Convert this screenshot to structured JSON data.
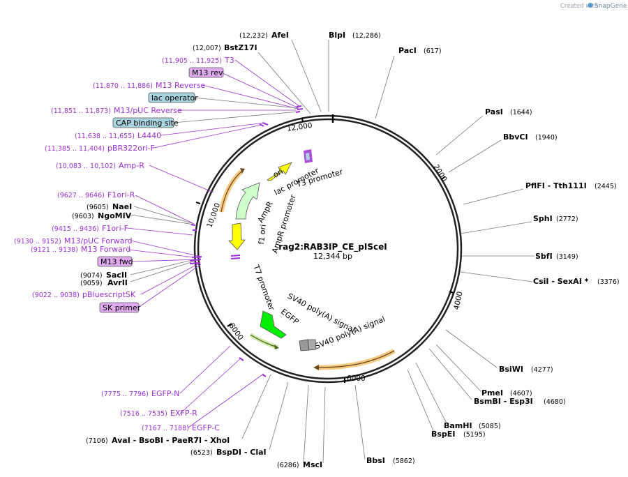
{
  "credit": {
    "prefix": "Created with",
    "brand": "SnapGene"
  },
  "plasmid": {
    "name": "rag2:RAB3IP_CE_pISceI",
    "length": "12,344 bp"
  },
  "ticks": [
    "2000",
    "4000",
    "6000",
    "8000",
    "10,000",
    "12,000"
  ],
  "sites": [
    {
      "pos": "(12,232)",
      "name": "AfeI"
    },
    {
      "name": "BlpI",
      "pos": "(12,286)"
    },
    {
      "name": "PacI",
      "pos": "(617)"
    },
    {
      "pos": "(12,007)",
      "name": "BstZ17I"
    },
    {
      "name": "PasI",
      "pos": "(1644)"
    },
    {
      "name": "BbvCI",
      "pos": "(1940)"
    },
    {
      "name": "PflFI - Tth111I",
      "pos": "(2445)"
    },
    {
      "name": "SphI",
      "pos": "(2772)"
    },
    {
      "name": "SbfI",
      "pos": "(3149)"
    },
    {
      "name": "CsiI - SexAI *",
      "pos": "(3376)"
    },
    {
      "name": "BsiWI",
      "pos": "(4277)"
    },
    {
      "name": "PmeI",
      "pos": "(4607)"
    },
    {
      "name": "BsmBI - Esp3I",
      "pos": "(4680)"
    },
    {
      "name": "BamHI",
      "pos": "(5085)"
    },
    {
      "name": "BspEI",
      "pos": "(5195)"
    },
    {
      "name": "BbsI",
      "pos": "(5862)"
    },
    {
      "pos": "(6286)",
      "name": "MscI"
    },
    {
      "pos": "(6523)",
      "name": "BspDI - ClaI"
    },
    {
      "pos": "(7106)",
      "name": "AvaI - BsoBI - PaeR7I - XhoI"
    },
    {
      "pos": "(9605)",
      "name": "NaeI"
    },
    {
      "pos": "(9603)",
      "name": "NgoMIV"
    },
    {
      "pos": "(9074)",
      "name": "SacII"
    },
    {
      "pos": "(9059)",
      "name": "AvrII"
    }
  ],
  "primers": [
    {
      "range": "(11,905 .. 11,925)",
      "name": "T3"
    },
    {
      "range": "(11,870 .. 11,886)",
      "name": "M13 Reverse"
    },
    {
      "range": "(11,851 .. 11,873)",
      "name": "M13/pUC Reverse"
    },
    {
      "range": "(11,638 .. 11,655)",
      "name": "L4440"
    },
    {
      "range": "(11,385 .. 11,404)",
      "name": "pBR322ori-F"
    },
    {
      "range": "(10,083 .. 10,102)",
      "name": "Amp-R"
    },
    {
      "range": "(9627 .. 9646)",
      "name": "F1ori-R"
    },
    {
      "range": "(9415 .. 9436)",
      "name": "F1ori-F"
    },
    {
      "range": "(9130 .. 9152)",
      "name": "M13/pUC Forward"
    },
    {
      "range": "(9121 .. 9138)",
      "name": "M13 Forward"
    },
    {
      "range": "(9022 .. 9038)",
      "name": "pBluescriptSK"
    },
    {
      "range": "(7775 .. 7796)",
      "name": "EGFP-N"
    },
    {
      "range": "(7516 .. 7535)",
      "name": "EXFP-R"
    },
    {
      "range": "(7167 .. 7188)",
      "name": "EGFP-C"
    }
  ],
  "boxes": [
    {
      "text": "M13 rev",
      "color": "#e0aaf0"
    },
    {
      "text": "lac operator",
      "color": "#a9d3dd"
    },
    {
      "text": "CAP binding site",
      "color": "#a9d3dd"
    },
    {
      "text": "M13 fwd",
      "color": "#e0aaf0"
    },
    {
      "text": "SK primer",
      "color": "#e0aaf0"
    }
  ],
  "features": [
    "ori",
    "lac promoter",
    "T3 promoter",
    "AmpR",
    "AmpR promoter",
    "f1 ori",
    "T7 promoter",
    "SV40 poly(A) signal",
    "EGFP",
    "SV40 poly(A) signal"
  ],
  "colors": {
    "primer": "#9b30d6",
    "ori": "#ffff00",
    "ampr": "#ccffcc",
    "egfp": "#00ee00",
    "poly": "#999999",
    "orf": "#f5c16c"
  }
}
